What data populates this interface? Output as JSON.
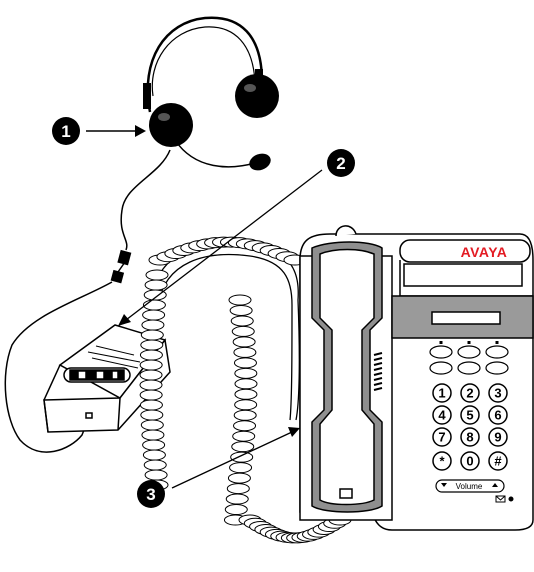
{
  "callouts": [
    {
      "number": "1"
    },
    {
      "number": "2"
    },
    {
      "number": "3"
    }
  ],
  "phone": {
    "brand": "AVAYA",
    "brand_color": "#e31b23",
    "volume_label": "Volume",
    "keypad": [
      "1",
      "2",
      "3",
      "4",
      "5",
      "6",
      "7",
      "8",
      "9",
      "*",
      "0",
      "#"
    ]
  },
  "colors": {
    "line": "#000000",
    "panel_gray": "#9a9a9a",
    "phone_body": "#ffffff"
  }
}
